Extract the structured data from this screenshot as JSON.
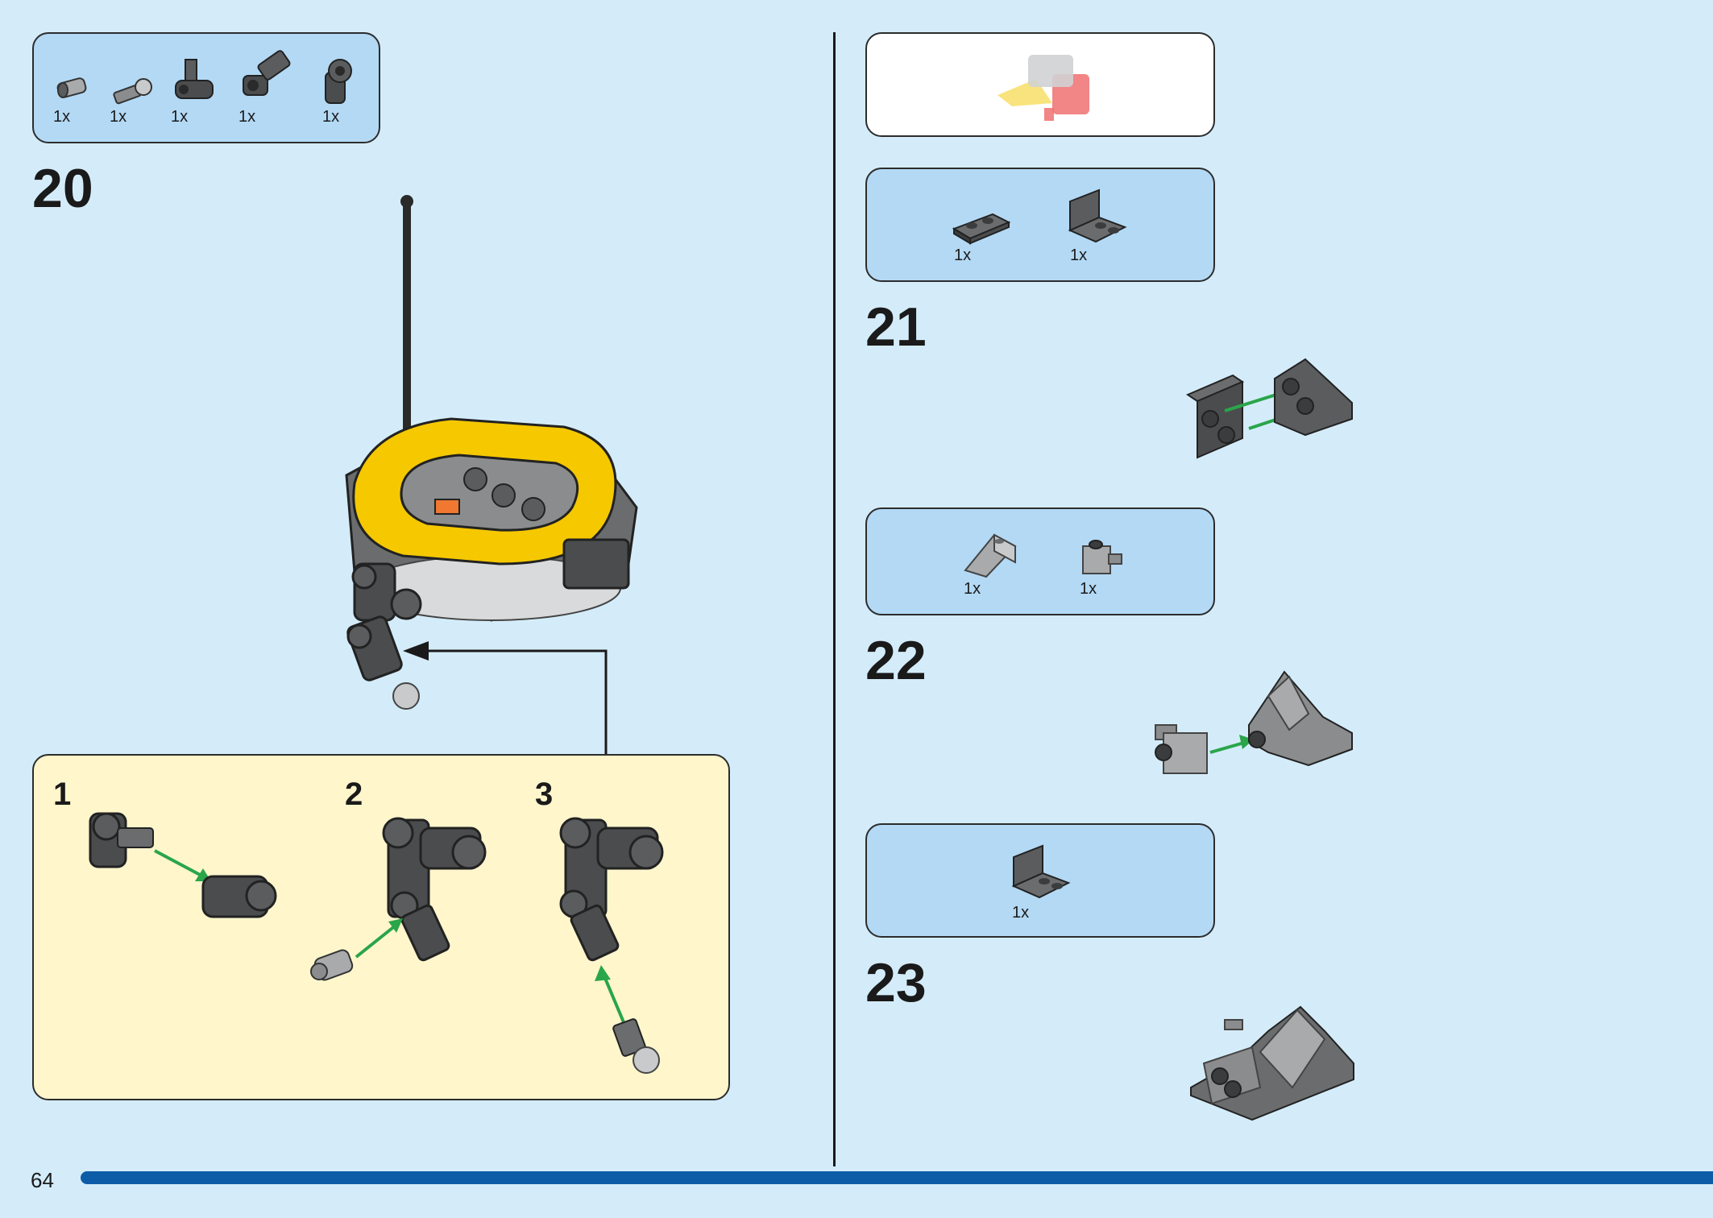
{
  "page": {
    "number": "64"
  },
  "step20": {
    "number": "20",
    "parts": [
      {
        "qty": "1x",
        "icon": "bush-piece-icon"
      },
      {
        "qty": "1x",
        "icon": "ball-pin-icon"
      },
      {
        "qty": "1x",
        "icon": "cross-connector-icon"
      },
      {
        "qty": "1x",
        "icon": "angled-connector-icon"
      },
      {
        "qty": "1x",
        "icon": "pin-connector-icon"
      }
    ],
    "substeps": [
      {
        "number": "1"
      },
      {
        "number": "2"
      },
      {
        "number": "3"
      }
    ]
  },
  "step21": {
    "number": "21",
    "parts": [
      {
        "qty": "1x",
        "icon": "plate-1x2-icon"
      },
      {
        "qty": "1x",
        "icon": "bracket-icon"
      }
    ]
  },
  "step22": {
    "number": "22",
    "parts": [
      {
        "qty": "1x",
        "icon": "slope-brick-icon"
      },
      {
        "qty": "1x",
        "icon": "clip-brick-icon"
      }
    ]
  },
  "step23": {
    "number": "23",
    "parts": [
      {
        "qty": "1x",
        "icon": "bracket-icon"
      }
    ]
  },
  "colors": {
    "background": "#d4ecfa",
    "parts_box": "#b3d9f5",
    "sub_box": "#fff6cc",
    "progress": "#0d5ca8",
    "yellow_part": "#f5c800",
    "dark_gray_part": "#5a5c5e",
    "light_gray_part": "#a8aaac",
    "arrow_green": "#2aa54a"
  }
}
